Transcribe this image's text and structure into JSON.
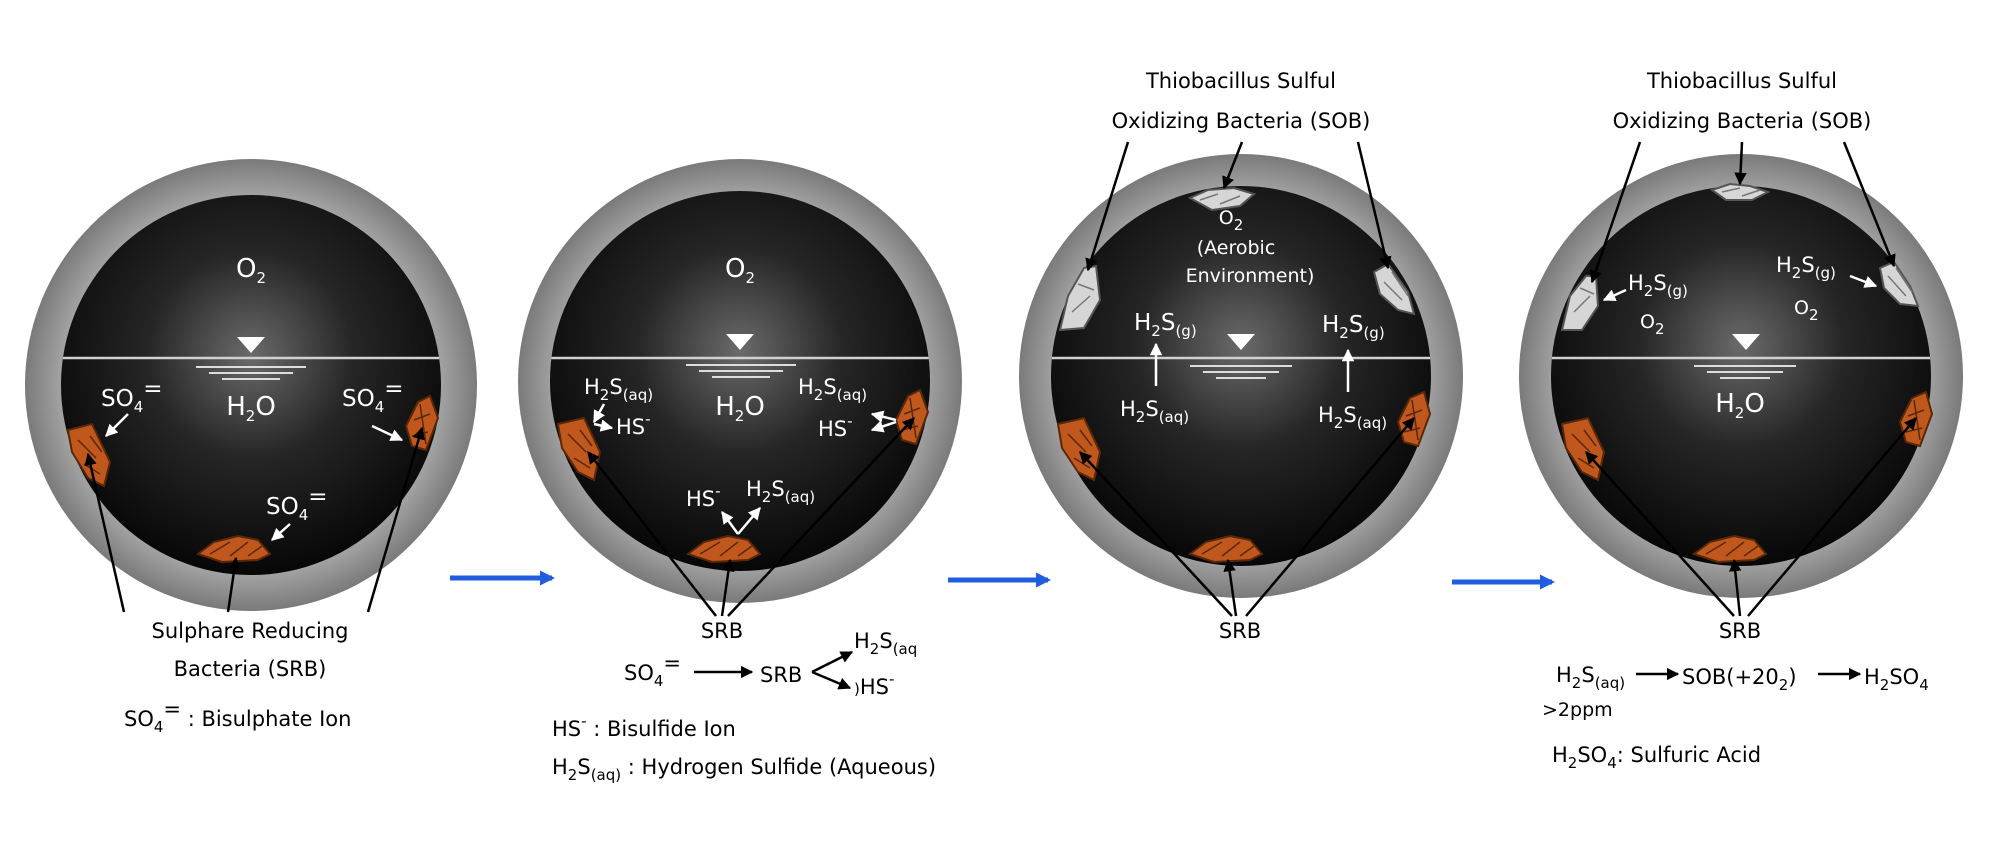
{
  "stages": [
    {
      "top_gas": "O2",
      "water": "H2O",
      "sulfate_left": "SO4=",
      "sulfate_right": "SO4=",
      "sulfate_bottom": "SO4=",
      "caption_line1": "Sulphare Reducing",
      "caption_line2": "Bacteria (SRB)",
      "legend": "SO4= : Bisulphate Ion"
    },
    {
      "top_gas": "O2",
      "water": "H2O",
      "h2s_left": "H2S(aq)",
      "hs_left": "HS-",
      "h2s_right": "H2S(aq)",
      "hs_right": "HS-",
      "hs_bottom": "HS-",
      "h2s_bottom": "H2S(aq)",
      "srb_label": "SRB",
      "reaction_reactant": "SO4=",
      "reaction_mid": "SRB",
      "reaction_product1": "H2S(aq",
      "reaction_product2": ")HS-",
      "legend1": "HS- : Bisulfide Ion",
      "legend2": "H2S(aq) : Hydrogen Sulfide (Aqueous)"
    },
    {
      "title_line1": "Thiobacillus Sulful",
      "title_line2": "Oxidizing Bacteria (SOB)",
      "top_gas": "O2",
      "env_line1": "(Aerobic",
      "env_line2": "Environment)",
      "h2s_g_left": "H2S(g)",
      "h2s_g_right": "H2S(g)",
      "h2s_aq_left": "H2S(aq)",
      "h2s_aq_right": "H2S(aq)",
      "srb_label": "SRB"
    },
    {
      "title_line1": "Thiobacillus Sulful",
      "title_line2": "Oxidizing Bacteria (SOB)",
      "h2s_g_left": "H2S(g)",
      "o2_left": "O2",
      "h2s_g_right": "H2S(g)",
      "o2_right": "O2",
      "water": "H2O",
      "srb_label": "SRB",
      "reaction_reactant": "H2S(aq)",
      "reaction_mid": "SOB(+20",
      "reaction_mid_sub": "2",
      "reaction_mid_end": ")",
      "reaction_product": "H2SO4",
      "reaction_note": ">2ppm",
      "legend": "H2SO4: Sulfuric Acid"
    }
  ],
  "colors": {
    "pipe_wall": "#8c8c8c",
    "interior": "#101010",
    "srb_colony": "#c0581e",
    "sob_colony": "#d6d6d6",
    "flow_arrow": "#1f5ce0"
  }
}
